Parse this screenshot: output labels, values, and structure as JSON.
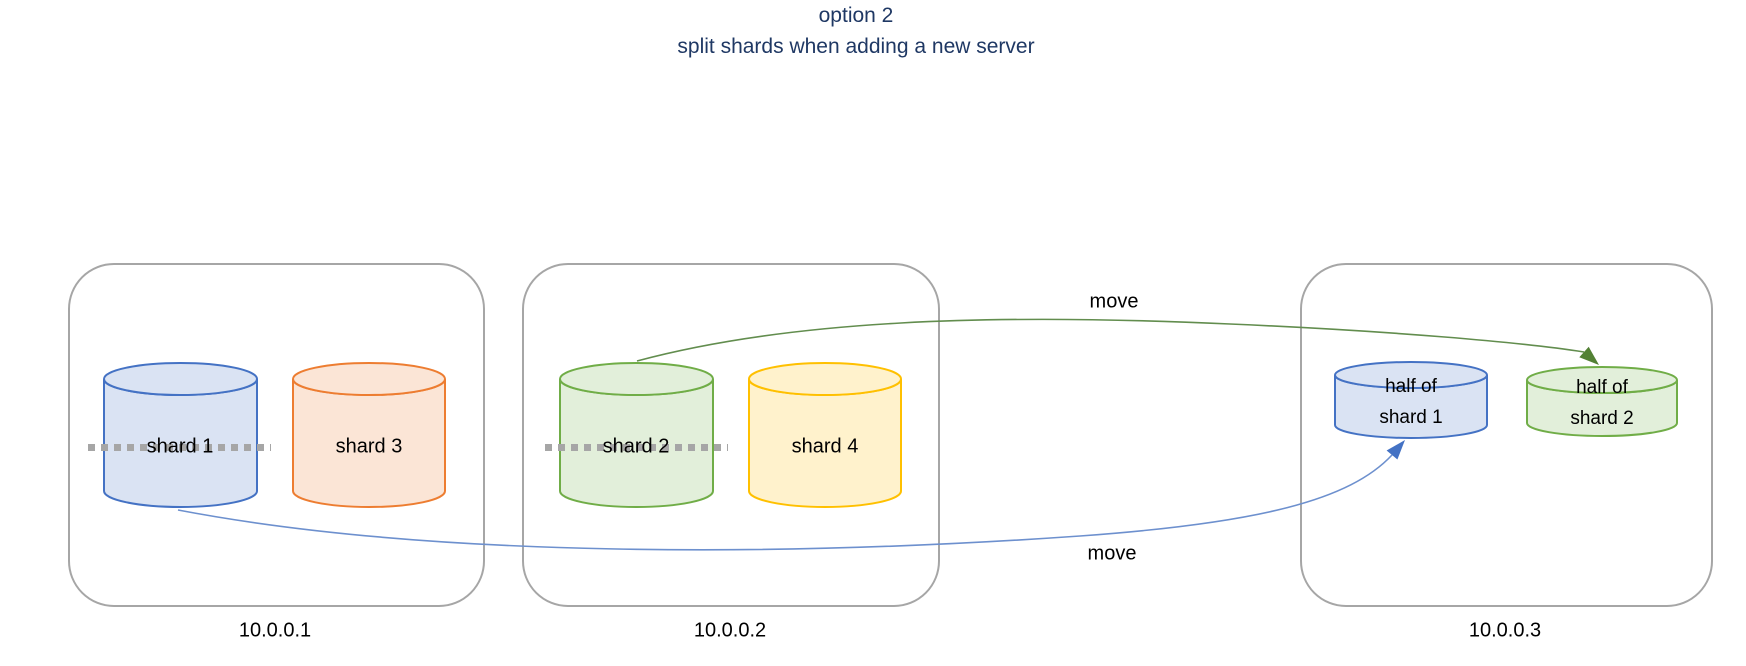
{
  "title": {
    "line1": "option 2",
    "line2": "split shards when adding a new server"
  },
  "servers": [
    {
      "ip": "10.0.0.1",
      "shards": [
        {
          "label": "shard 1",
          "split": true
        },
        {
          "label": "shard 3",
          "split": false
        }
      ]
    },
    {
      "ip": "10.0.0.2",
      "shards": [
        {
          "label": "shard 2",
          "split": true
        },
        {
          "label": "shard 4",
          "split": false
        }
      ]
    },
    {
      "ip": "10.0.0.3",
      "shards": [
        {
          "line1": "half of",
          "line2": "shard 1"
        },
        {
          "line1": "half of",
          "line2": "shard 2"
        }
      ]
    }
  ],
  "arrows": [
    {
      "label": "move",
      "from": "shard 2",
      "to": "half of shard 2"
    },
    {
      "label": "move",
      "from": "shard 1",
      "to": "half of shard 1"
    }
  ],
  "colors": {
    "title_text": "#1f3864",
    "label_text": "#000000",
    "box_border": "#a6a6a6",
    "split_dots": "#a6a6a6",
    "blue_stroke": "#4472c4",
    "blue_fill": "#dae3f3",
    "orange_stroke": "#ed7d31",
    "orange_fill": "#fbe5d6",
    "green_stroke": "#70ad47",
    "green_fill": "#e2efda",
    "yellow_stroke": "#ffc000",
    "yellow_fill": "#fff2cc",
    "move_line_green": "#628d4e",
    "move_head_green": "#538135",
    "move_line_blue": "#6d90ce",
    "move_head_blue": "#4472c4"
  }
}
